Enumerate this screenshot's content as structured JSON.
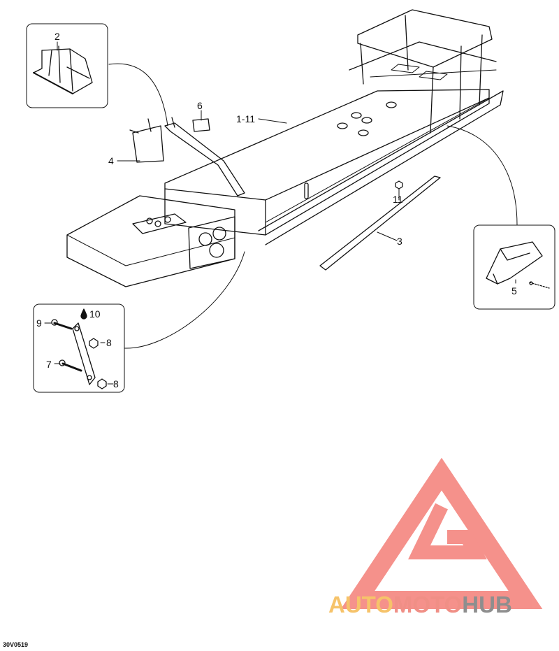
{
  "diagram": {
    "callouts": {
      "c1_11": "1-11",
      "c2": "2",
      "c3": "3",
      "c4": "4",
      "c5": "5",
      "c6": "6",
      "c7": "7",
      "c8a": "8",
      "c8b": "8",
      "c9": "9",
      "c10": "10",
      "c11": "11"
    },
    "drawing_code": "30V0519"
  },
  "watermark": {
    "part1": "AUTO",
    "part2": "MOTO",
    "part3": "HUB",
    "colors": {
      "auto": "#f6c36a",
      "moto": "#f08f86",
      "hub": "#8e8e8e",
      "logo": "#f4867f"
    }
  }
}
